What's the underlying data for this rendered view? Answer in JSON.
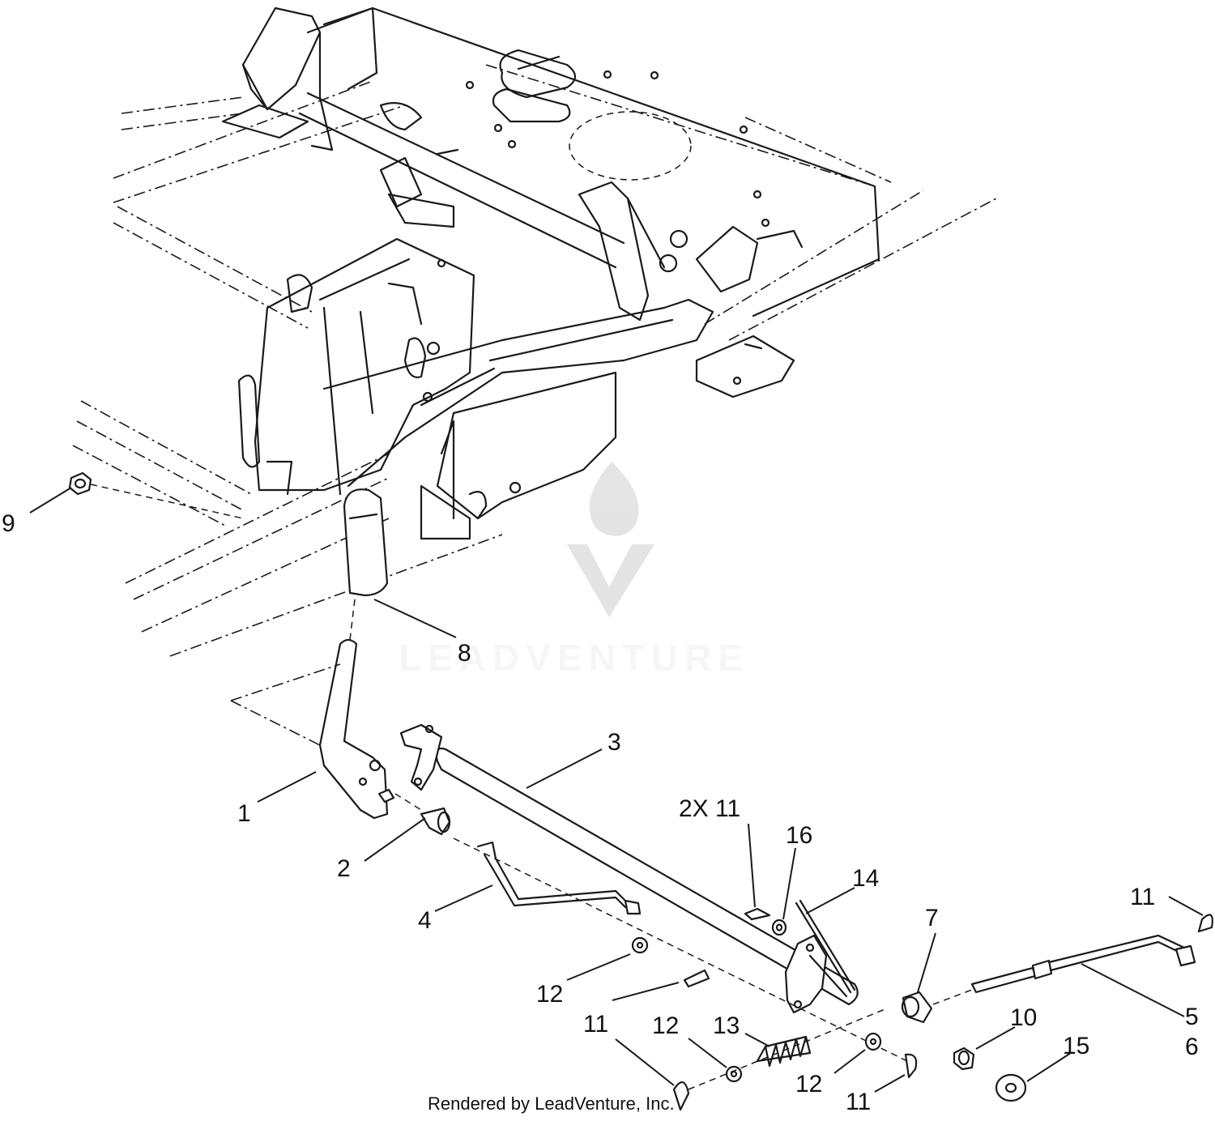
{
  "watermark": "LEADVENTURE",
  "footer": "Rendered by LeadVenture, Inc.",
  "callouts": [
    {
      "id": "c9",
      "text": "9"
    },
    {
      "id": "c8",
      "text": "8"
    },
    {
      "id": "c1",
      "text": "1"
    },
    {
      "id": "c3",
      "text": "3"
    },
    {
      "id": "c2",
      "text": "2"
    },
    {
      "id": "c4",
      "text": "4"
    },
    {
      "id": "c2x11",
      "text": "2X 11"
    },
    {
      "id": "c16",
      "text": "16"
    },
    {
      "id": "c14",
      "text": "14"
    },
    {
      "id": "c7",
      "text": "7"
    },
    {
      "id": "c11a",
      "text": "11"
    },
    {
      "id": "c12a",
      "text": "12"
    },
    {
      "id": "c11b",
      "text": "11"
    },
    {
      "id": "c12b",
      "text": "12"
    },
    {
      "id": "c13",
      "text": "13"
    },
    {
      "id": "c12c",
      "text": "12"
    },
    {
      "id": "c11c",
      "text": "11"
    },
    {
      "id": "c10",
      "text": "10"
    },
    {
      "id": "c15",
      "text": "15"
    },
    {
      "id": "c5",
      "text": "5"
    },
    {
      "id": "c6",
      "text": "6"
    }
  ]
}
